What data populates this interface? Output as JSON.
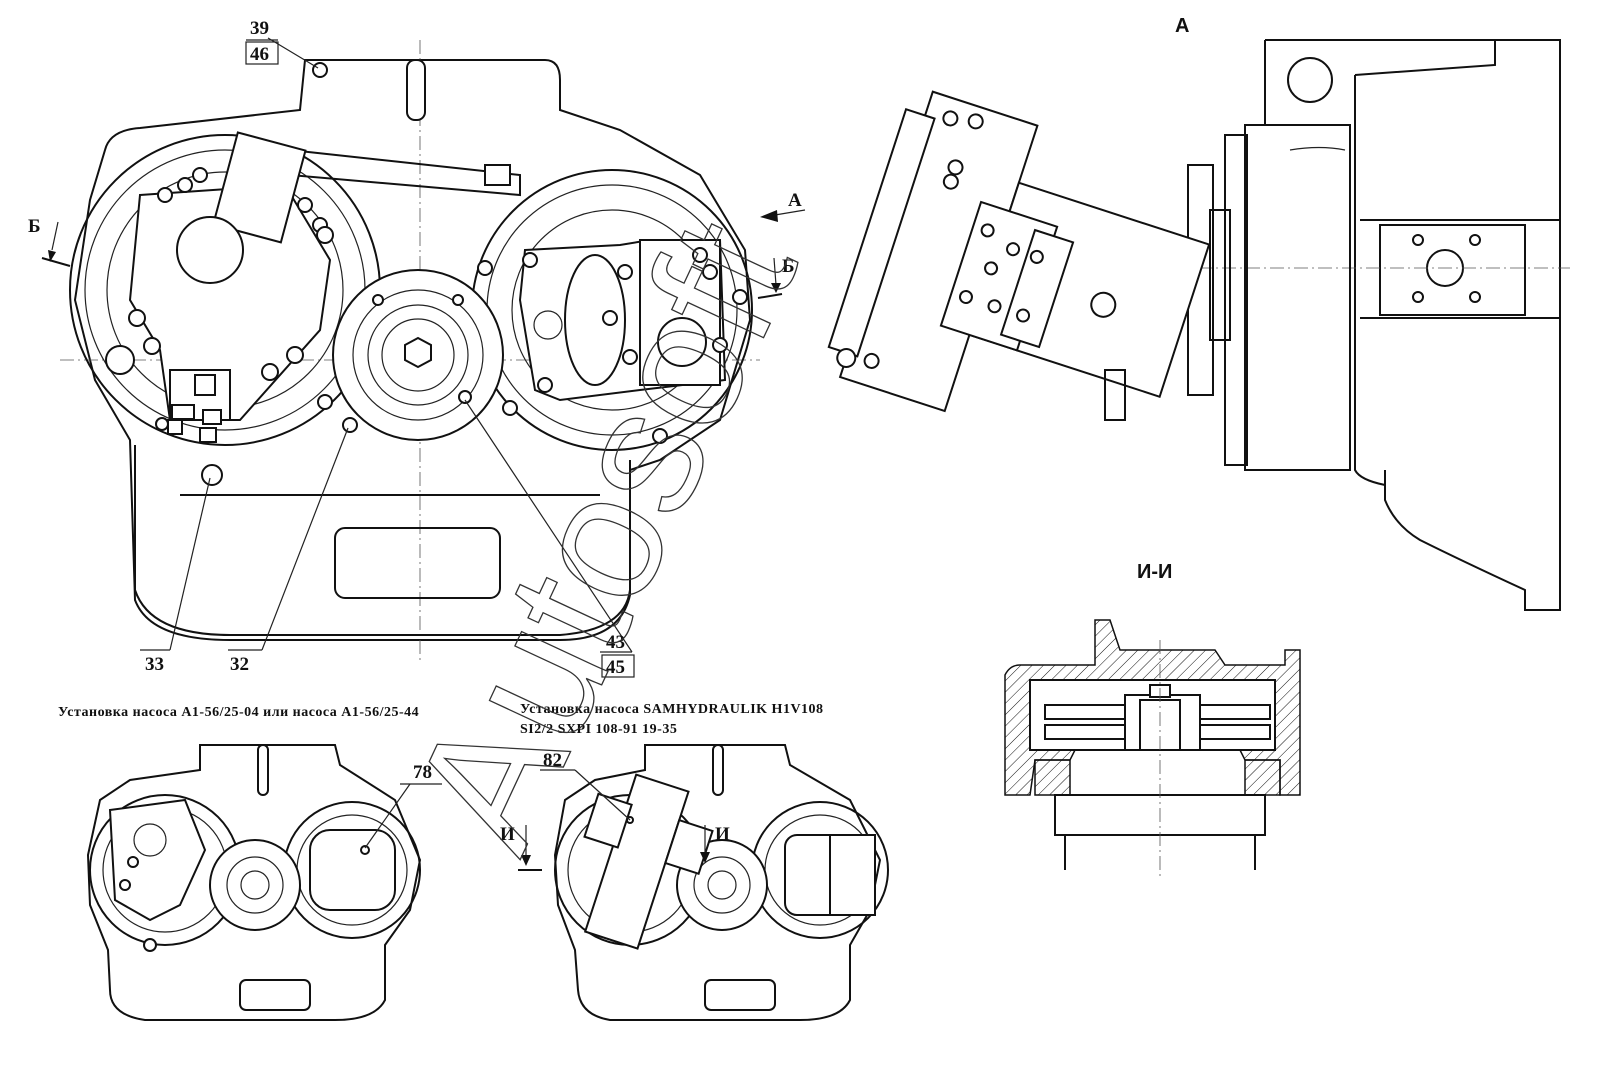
{
  "labels": {
    "p39": "39",
    "p46": "46",
    "p33": "33",
    "p32": "32",
    "p43": "43",
    "p45": "45",
    "p78": "78",
    "p82": "82"
  },
  "views": {
    "view_a": "А",
    "arrow_a": "А",
    "arrow_b_left": "Б",
    "arrow_b_right": "Б",
    "section_title": "И-И",
    "arrow_i_left": "И",
    "arrow_i_right": "И"
  },
  "captions": {
    "left": "Установка насоса А1-56/25-04 или насоса А1-56/25-44",
    "right_line1": "Установка насоса SAMHYDRAULIK H1V108",
    "right_line2": "SI2/2 SXPI 108-91 19-35"
  },
  "watermark": "Autosoft"
}
